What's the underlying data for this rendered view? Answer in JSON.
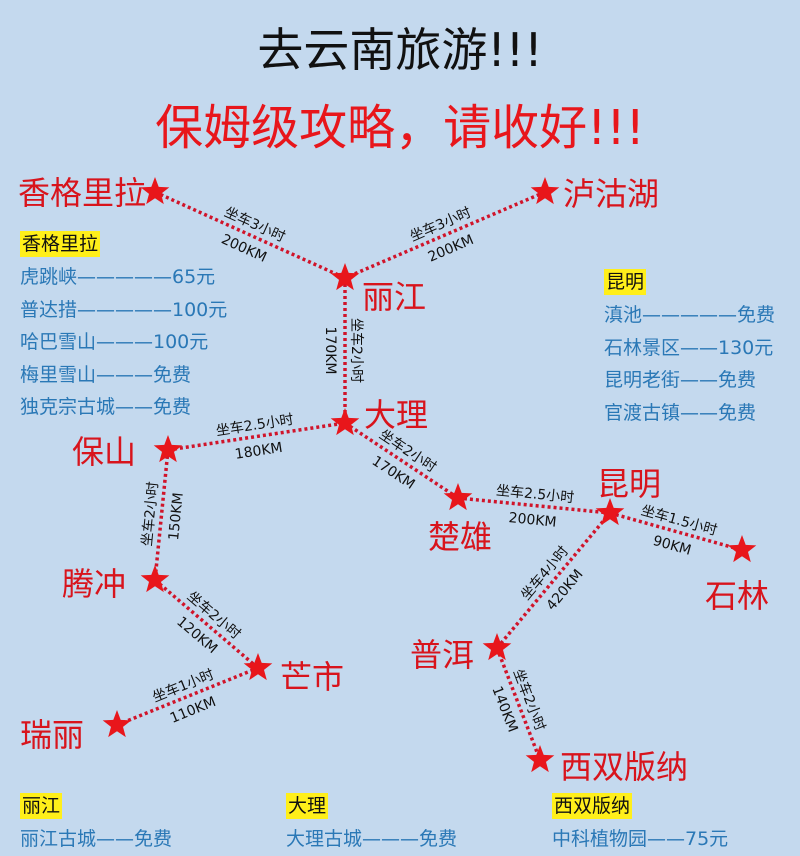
{
  "title": "去云南旅游!!!",
  "subtitle": "保姆级攻略，请收好!!!",
  "colors": {
    "background": "#c4d9ee",
    "accent": "#e8161b",
    "text_blue": "#2a78b6",
    "highlight": "#ffef1a"
  },
  "cities": [
    {
      "id": "xianggelila",
      "name": "香格里拉"
    },
    {
      "id": "luguhu",
      "name": "泸沽湖"
    },
    {
      "id": "lijiang",
      "name": "丽江"
    },
    {
      "id": "dali",
      "name": "大理"
    },
    {
      "id": "baoshan",
      "name": "保山"
    },
    {
      "id": "chuxiong",
      "name": "楚雄"
    },
    {
      "id": "kunming",
      "name": "昆明"
    },
    {
      "id": "shilin",
      "name": "石林"
    },
    {
      "id": "tengchong",
      "name": "腾冲"
    },
    {
      "id": "mangshi",
      "name": "芒市"
    },
    {
      "id": "ruili",
      "name": "瑞丽"
    },
    {
      "id": "puer",
      "name": "普洱"
    },
    {
      "id": "xishuangbanna",
      "name": "西双版纳"
    }
  ],
  "routes": [
    {
      "from": "xianggelila",
      "to": "lijiang",
      "time": "坐车3小时",
      "distance": "200KM"
    },
    {
      "from": "luguhu",
      "to": "lijiang",
      "time": "坐车3小时",
      "distance": "200KM"
    },
    {
      "from": "lijiang",
      "to": "dali",
      "time": "坐车2小时",
      "distance": "170KM"
    },
    {
      "from": "baoshan",
      "to": "dali",
      "time": "坐车2.5小时",
      "distance": "180KM"
    },
    {
      "from": "dali",
      "to": "chuxiong",
      "time": "坐车2小时",
      "distance": "170KM"
    },
    {
      "from": "chuxiong",
      "to": "kunming",
      "time": "坐车2.5小时",
      "distance": "200KM"
    },
    {
      "from": "kunming",
      "to": "shilin",
      "time": "坐车1.5小时",
      "distance": "90KM"
    },
    {
      "from": "baoshan",
      "to": "tengchong",
      "time": "坐车2小时",
      "distance": "150KM"
    },
    {
      "from": "tengchong",
      "to": "mangshi",
      "time": "坐车2小时",
      "distance": "120KM"
    },
    {
      "from": "ruili",
      "to": "mangshi",
      "time": "坐车1小时",
      "distance": "110KM"
    },
    {
      "from": "puer",
      "to": "kunming",
      "time": "坐车4小时",
      "distance": "420KM"
    },
    {
      "from": "puer",
      "to": "xishuangbanna",
      "time": "坐车2小时",
      "distance": "140KM"
    }
  ],
  "panels": {
    "xianggelila": {
      "heading": "香格里拉",
      "items": [
        "虎跳峡—————65元",
        "普达措—————100元",
        "哈巴雪山———100元",
        "梅里雪山———免费",
        "独克宗古城——免费"
      ]
    },
    "kunming": {
      "heading": "昆明",
      "items": [
        "滇池—————免费",
        "石林景区——130元",
        "昆明老街——免费",
        "官渡古镇——免费"
      ]
    },
    "lijiang": {
      "heading": "丽江",
      "items": [
        "丽江古城——免费"
      ]
    },
    "dali": {
      "heading": "大理",
      "items": [
        "大理古城———免费"
      ]
    },
    "xishuangbanna": {
      "heading": "西双版纳",
      "items": [
        "中科植物园——75元"
      ]
    }
  }
}
